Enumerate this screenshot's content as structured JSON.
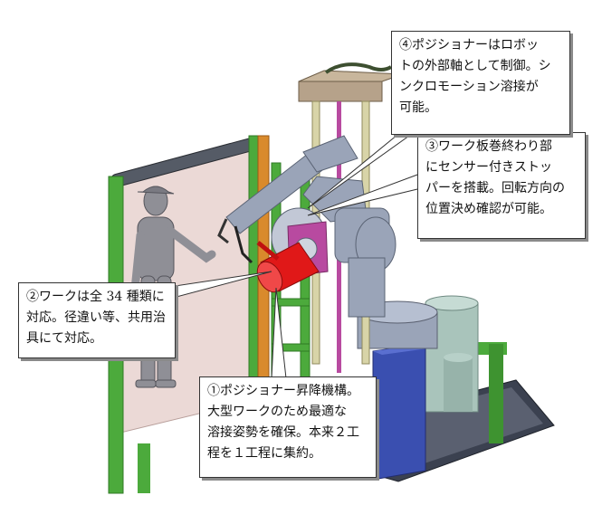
{
  "callouts": [
    {
      "id": "c1",
      "number": "①",
      "text": "①ポジショナー昇降機構。\n大型ワークのため最適な\n溶接姿勢を確保。本来２工\n程を１工程に集約。"
    },
    {
      "id": "c2",
      "number": "②",
      "text": "②ワークは全 34 種類に\n対応。径違い等、共用治\n具にて対応。"
    },
    {
      "id": "c3",
      "number": "③",
      "text": "③ワーク板巻終わり部\nにセンサー付きストッ\nパーを搭載。回転方向の\n位置決め確認が可能。"
    },
    {
      "id": "c4",
      "number": "④",
      "text": "④ポジショナーはロボッ\nトの外部軸として制御。シ\nンクロモーション溶接が\n可能。"
    }
  ],
  "colors": {
    "frame_green": "#4caa3c",
    "robot_gray": "#9aa4b8",
    "workpiece_red": "#e01818",
    "pedestal_blue": "#3a4fb0",
    "tank_teal": "#a9c4bb",
    "guide_pink": "#b84aa0",
    "top_plate_tan": "#b6a28a",
    "curtain_pink": "#ead8d4",
    "base_dark": "#2e3440"
  }
}
